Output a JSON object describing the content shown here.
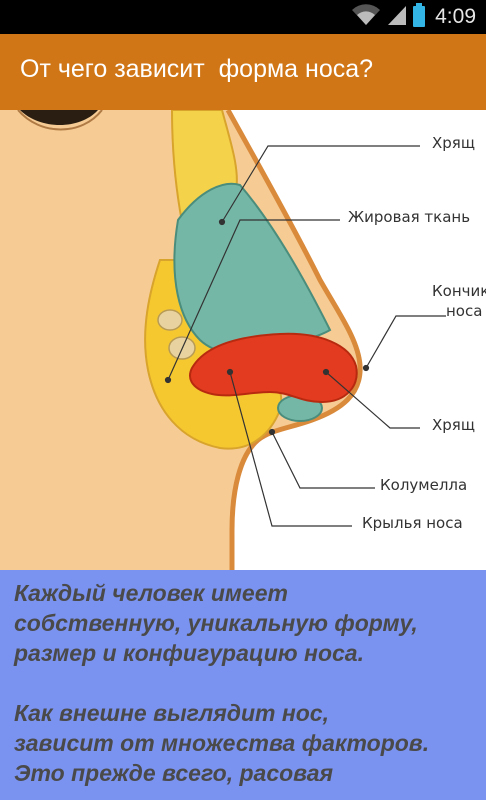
{
  "status_bar": {
    "time": "4:09",
    "icons": [
      "wifi-icon",
      "signal-icon",
      "battery-icon"
    ]
  },
  "action_bar": {
    "title": "От чего зависит  форма носа?",
    "background": "#d07616"
  },
  "diagram": {
    "labels": {
      "cartilage_top": "Хрящ",
      "fat": "Жировая ткань",
      "tip_line1": "Кончик",
      "tip_line2": "носа",
      "cartilage_bottom": "Хрящ",
      "columella": "Колумелла",
      "wings": "Крылья носа"
    }
  },
  "body_text": {
    "paragraph1": "Каждый человек имеет\nсобственную, уникальную форму,\nразмер и конфигурацию носа.",
    "paragraph2": " Как внешне выглядит нос,\nзависит от множества факторов.\nЭто прежде всего, расовая",
    "background": "#7b93f0"
  }
}
